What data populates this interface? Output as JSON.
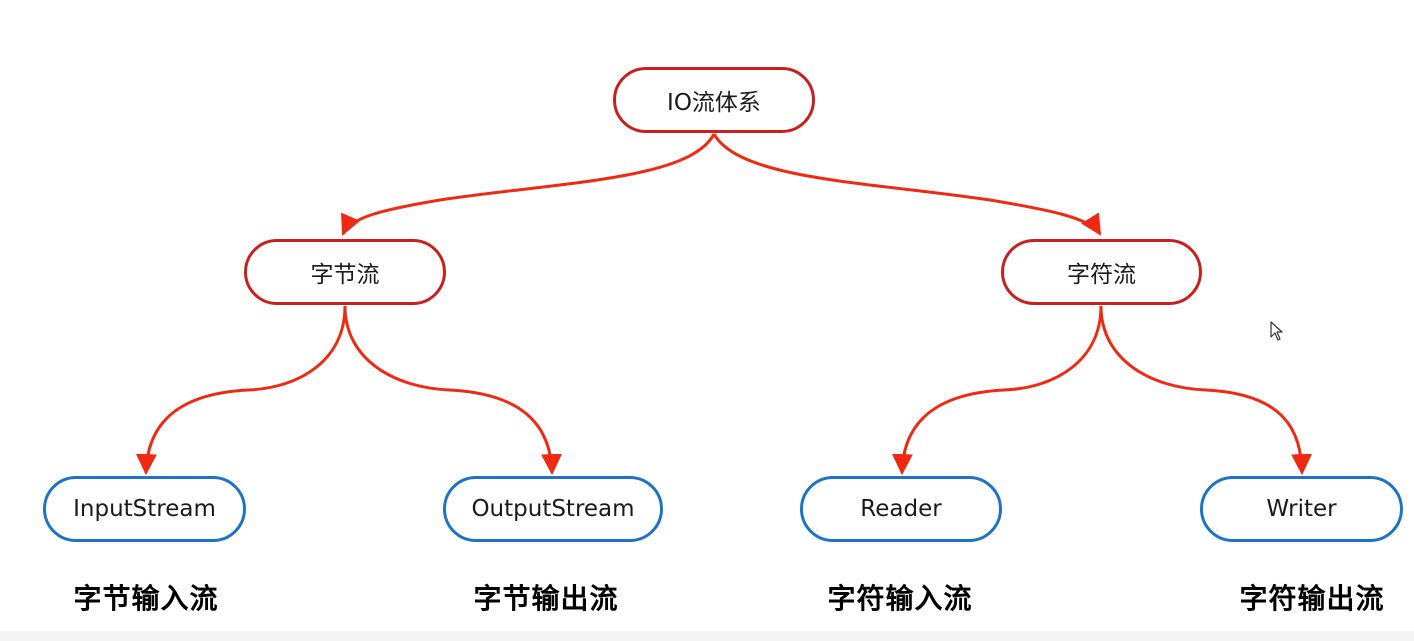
{
  "diagram": {
    "root": {
      "label": "IO流体系"
    },
    "categories": [
      {
        "label": "字节流"
      },
      {
        "label": "字符流"
      }
    ],
    "leaves": [
      {
        "label": "InputStream",
        "caption": "字节输入流"
      },
      {
        "label": "OutputStream",
        "caption": "字节输出流"
      },
      {
        "label": "Reader",
        "caption": "字符输入流"
      },
      {
        "label": "Writer",
        "caption": "字符输出流"
      }
    ]
  },
  "colors": {
    "edge": "#ee2a12",
    "category_border": "#c8201e",
    "leaf_border": "#1e73c4"
  }
}
